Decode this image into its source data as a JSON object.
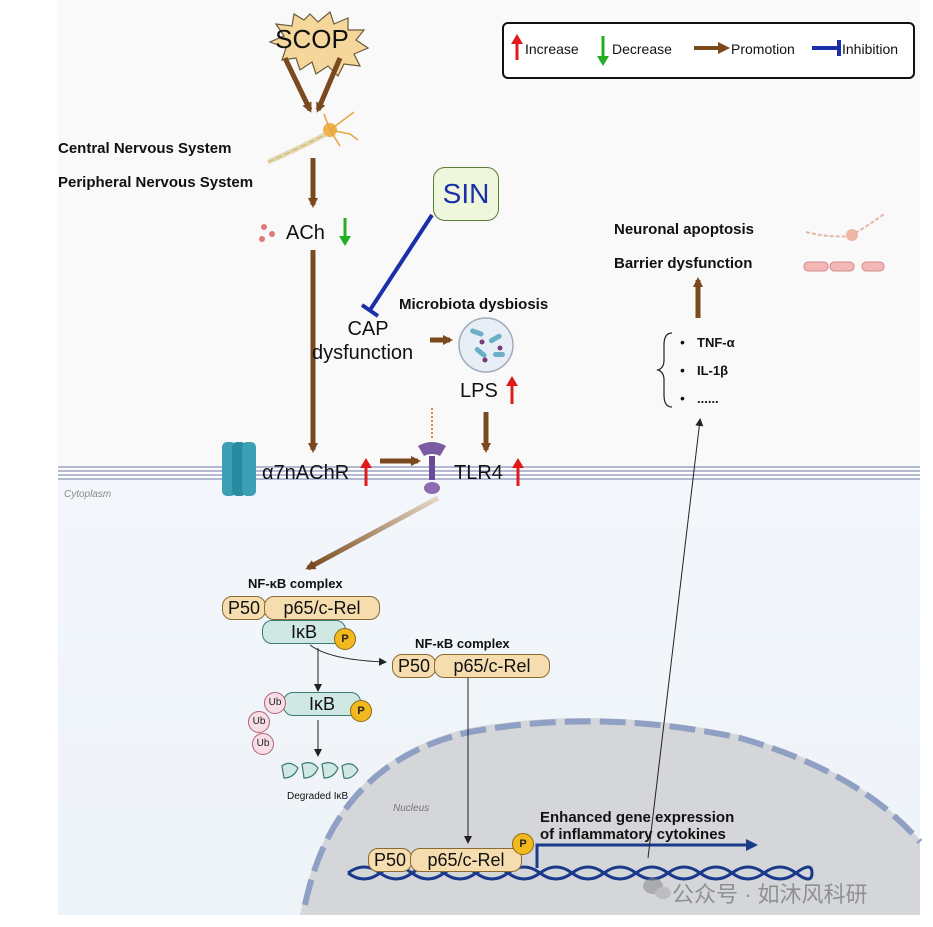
{
  "legend": {
    "increase": "Increase",
    "decrease": "Decrease",
    "promotion": "Promotion",
    "inhibition": "Inhibition"
  },
  "nodes": {
    "scop": "SCOP",
    "cns": "Central Nervous System",
    "pns": "Peripheral Nervous System",
    "ach": "ACh",
    "sin": "SIN",
    "cap_line1": "CAP",
    "cap_line2": "dysfunction",
    "microbiota": "Microbiota dysbiosis",
    "lps": "LPS",
    "a7nachr": "α7nAChR",
    "tlr4": "TLR4",
    "cytoplasm": "Cytoplasm",
    "nucleus": "Nucleus",
    "nfkb_complex": "NF-κB complex",
    "nfkb_complex2": "NF-κB complex",
    "p50": "P50",
    "p65": "p65/c-Rel",
    "ikb": "IκB",
    "p_label": "P",
    "ub": "Ub",
    "degraded_ikb": "Degraded IκB",
    "enhanced_line1": "Enhanced gene expression",
    "enhanced_line2": "of inflammatory cytokines",
    "tnf": "TNF-α",
    "il1b": "IL-1β",
    "ellipsis": "......",
    "neuronal_apoptosis": "Neuronal apoptosis",
    "barrier_dysfunction": "Barrier dysfunction"
  },
  "watermark": "公众号 · 如沐风科研",
  "colors": {
    "promotion": "#7a4a1e",
    "inhibition": "#1a2fa8",
    "increase": "#e11b1b",
    "decrease": "#22b022",
    "membrane": "#9aa3c4",
    "dna": "#1a3a8a"
  }
}
